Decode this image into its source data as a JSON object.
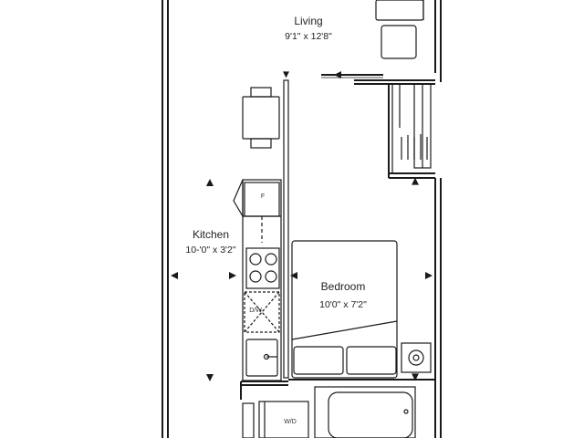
{
  "rooms": {
    "living": {
      "name": "Living",
      "dims": "9'1\" x 12'8\""
    },
    "kitchen": {
      "name": "Kitchen",
      "dims": "10-'0\" x 3'2\""
    },
    "bedroom": {
      "name": "Bedroom",
      "dims": "10'0\" x 7'2\""
    }
  },
  "fixtures": {
    "fridge": "F",
    "dishwasher": "D/W",
    "washer_dryer": "W/D"
  },
  "colors": {
    "line": "#1a1a1a",
    "background": "#ffffff"
  }
}
